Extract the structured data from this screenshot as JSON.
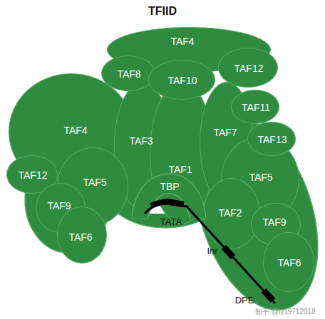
{
  "diagram": {
    "title": "TFIID",
    "nodes": [
      {
        "text": [
          "TAF4"
        ]
      },
      {
        "text": [
          "TAF8"
        ]
      },
      {
        "text": [
          "TAF10"
        ]
      },
      {
        "text": [
          "TAF12"
        ]
      },
      {
        "text": [
          "TAF11"
        ]
      },
      {
        "text": [
          "TAF13"
        ]
      },
      {
        "text": [
          "TAF4"
        ]
      },
      {
        "text": [
          "TAF3"
        ]
      },
      {
        "text": [
          "TAF1"
        ]
      },
      {
        "text": [
          "TAF7"
        ]
      },
      {
        "text": [
          "TAF12"
        ]
      },
      {
        "text": [
          "TAF5"
        ]
      },
      {
        "text": [
          "TAF5"
        ]
      },
      {
        "text": [
          "TBP"
        ]
      },
      {
        "text": [
          "TAF9"
        ]
      },
      {
        "text": [
          "TAF2"
        ]
      },
      {
        "text": [
          "TAF9"
        ]
      },
      {
        "text": [
          "TAF6"
        ]
      },
      {
        "text": [
          "TAF6"
        ]
      }
    ],
    "labels": [
      "TATA",
      "Inr",
      "DPE",
      "知乎 @ly19712018"
    ]
  }
}
